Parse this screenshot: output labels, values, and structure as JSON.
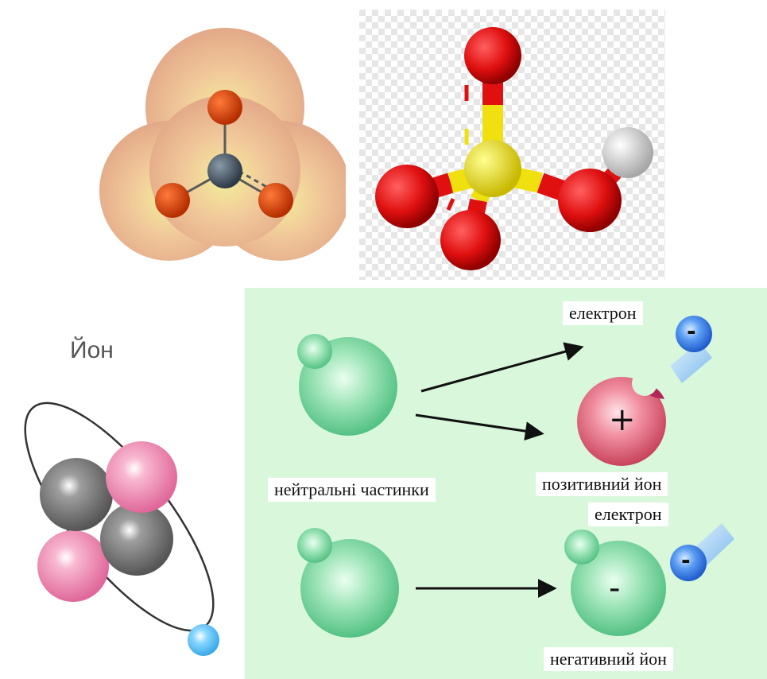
{
  "atom_panel": {
    "title": "Йон"
  },
  "ionization_panel": {
    "labels": {
      "electron_top": "електрон",
      "neutral_particles": "нейтральні частинки",
      "positive_ion": "позитивний йон",
      "electron_bottom": "електрон",
      "negative_ion": "негативний йон"
    },
    "signs": {
      "plus": "+",
      "minus": "-"
    }
  },
  "colors": {
    "panel_background": "#d9f7db",
    "oxygen": "#e01010",
    "sulfur": "#f0e010",
    "hydrogen": "#eeeeee",
    "neutral_particle": "#7fd9a0",
    "positive_ion": "#e5707f",
    "electron": "#4a8ef0"
  }
}
